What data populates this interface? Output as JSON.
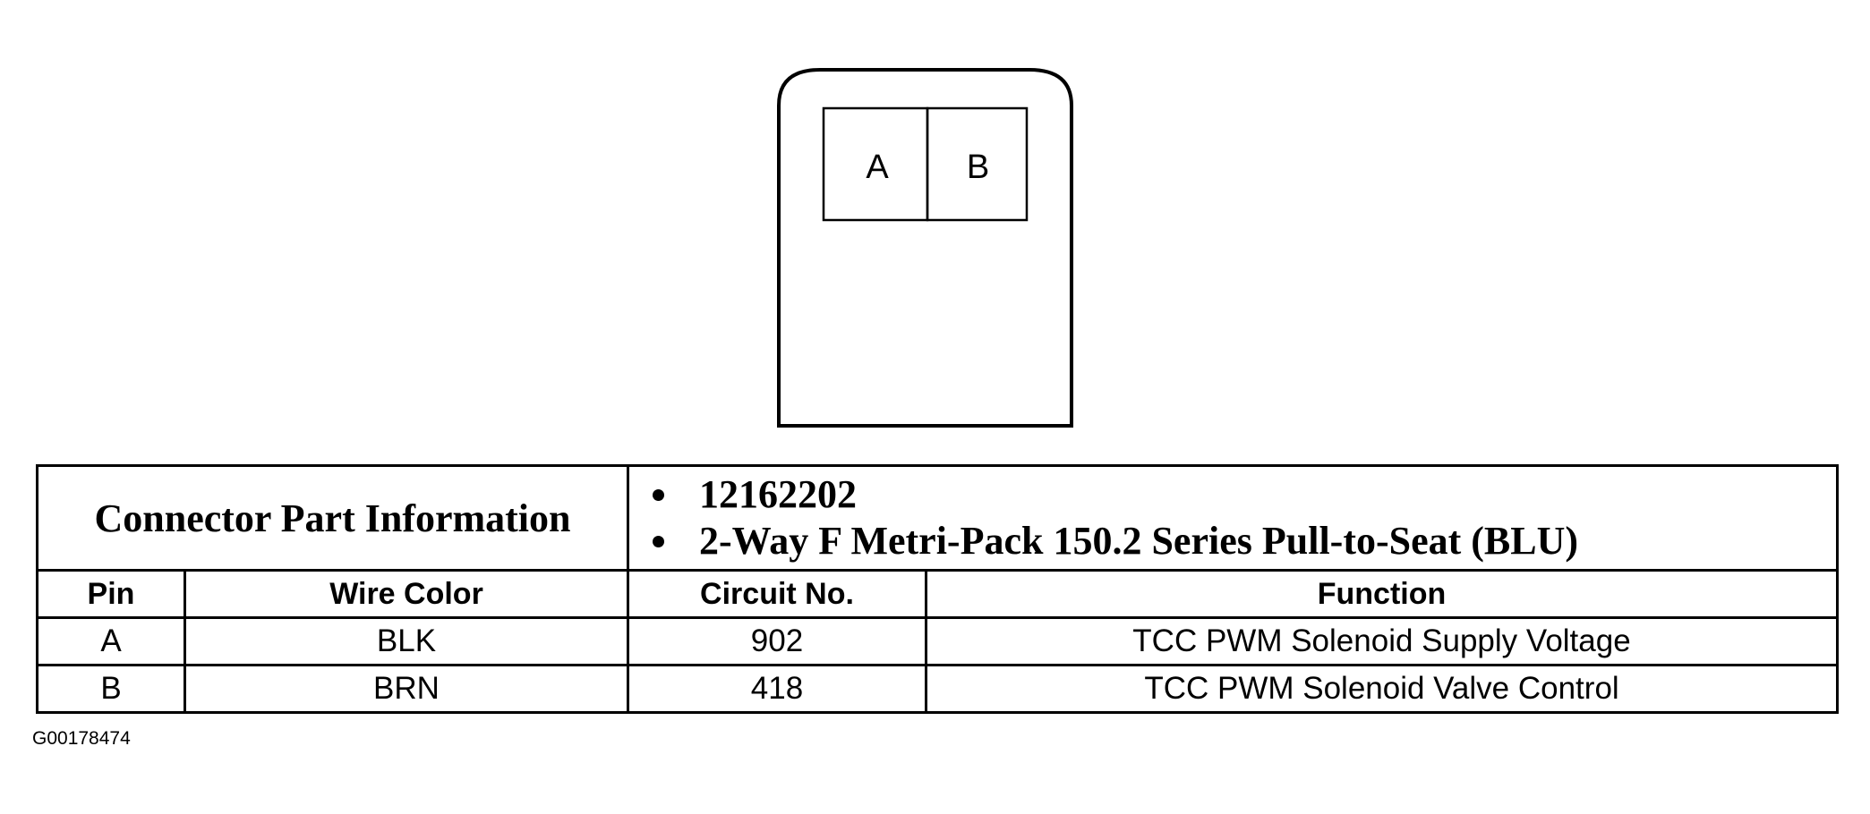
{
  "connector": {
    "cavities": [
      "A",
      "B"
    ]
  },
  "part_info": {
    "label": "Connector Part Information",
    "items": [
      "12162202",
      "2-Way F Metri-Pack 150.2 Series Pull-to-Seat (BLU)"
    ]
  },
  "table": {
    "headers": [
      "Pin",
      "Wire Color",
      "Circuit No.",
      "Function"
    ],
    "rows": [
      [
        "A",
        "BLK",
        "902",
        "TCC PWM Solenoid Supply Voltage"
      ],
      [
        "B",
        "BRN",
        "418",
        "TCC PWM Solenoid Valve Control"
      ]
    ]
  },
  "figure_id": "G00178474"
}
